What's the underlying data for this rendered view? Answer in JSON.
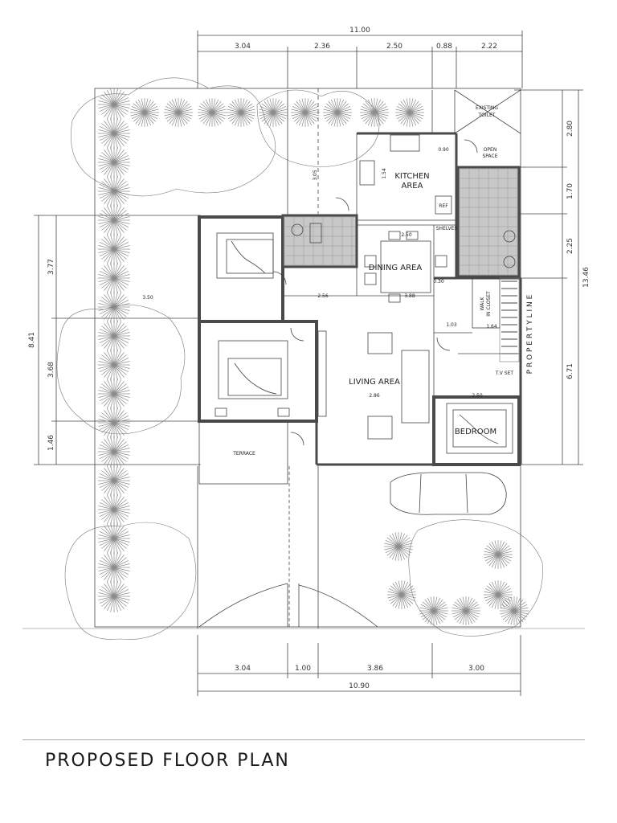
{
  "title": "PROPOSED FLOOR PLAN",
  "top_dims": {
    "total": "11.00",
    "segments": [
      "3.04",
      "2.36",
      "2.50",
      "0.88",
      "2.22"
    ]
  },
  "bottom_dims": {
    "total": "10.90",
    "segments": [
      "3.04",
      "1.00",
      "3.86",
      "3.00"
    ]
  },
  "right_dims": {
    "total": "13.46",
    "segments": [
      "2.80",
      "1.70",
      "2.25",
      "6.71"
    ]
  },
  "left_dims": {
    "total": "8.41",
    "segments": [
      "3.77",
      "3.68",
      "1.46"
    ]
  },
  "rooms": {
    "kitchen_line1": "KITCHEN",
    "kitchen_line2": "AREA",
    "dining": "DINING AREA",
    "living": "LIVING AREA",
    "bedroom": "BEDROOM",
    "terrace": "TERRACE",
    "open_space_line1": "OPEN",
    "open_space_line2": "SPACE",
    "existing_toilet_line1": "EXISTING",
    "existing_toilet_line2": "TOILET",
    "walk_in_line1": "WALK",
    "walk_in_line2": "IN CLOSET",
    "shelves": "SHELVES",
    "ref": "REF",
    "tv_set": "T.V SET",
    "property_line": "P R O P E R T Y   L I N E"
  },
  "small_dims": {
    "d350": "3.50",
    "d305": "3.05",
    "d256": "2.56",
    "d388": "3.88",
    "d286": "2.86",
    "d030": "0.30",
    "d154": "1.54",
    "d250": "2.50",
    "d090": "0.90",
    "d103": "1.03",
    "d164": "1.64",
    "d250b": "2.50"
  },
  "colors": {
    "wall": "#4a4a4a",
    "tile": "#c8c8c8",
    "tree": "#8c8c8c",
    "line": "#444444"
  }
}
